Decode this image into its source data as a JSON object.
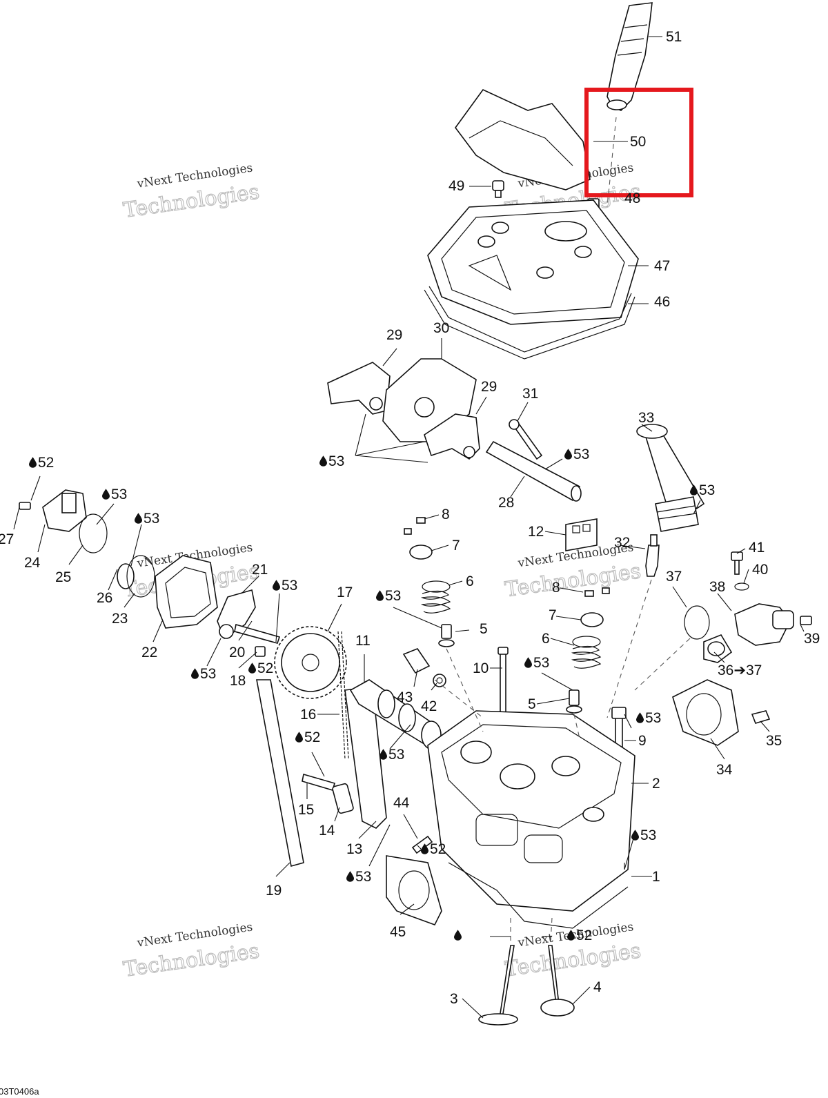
{
  "diagram": {
    "figure_code": "03T0406a",
    "watermark": {
      "line1": "vNext Technologies",
      "line2": "Technologies"
    },
    "highlight_color": "#e5181d",
    "callouts": {
      "c51": "51",
      "c50": "50",
      "c49": "49",
      "c48": "48",
      "c47": "47",
      "c46": "46",
      "c30": "30",
      "c29a": "29",
      "c29b": "29",
      "c31": "31",
      "c28": "28",
      "c33": "33",
      "c52a": "52",
      "c53a": "53",
      "c53b": "53",
      "c53c": "53",
      "c53d": "53",
      "c27": "27",
      "c24": "24",
      "c25": "25",
      "c26": "26",
      "c23": "23",
      "c22": "22",
      "c21": "21",
      "c20": "20",
      "c18": "18",
      "c53e": "53",
      "c52b": "52",
      "c53f": "53",
      "c17": "17",
      "c16": "16",
      "c19": "19",
      "c8a": "8",
      "c7a": "7",
      "c6a": "6",
      "c53g": "53",
      "c5a": "5",
      "c11": "11",
      "c43": "43",
      "c42": "42",
      "c10": "10",
      "c12": "12",
      "c32": "32",
      "c8b": "8",
      "c7b": "7",
      "c6b": "6",
      "c53h": "53",
      "c5b": "5",
      "c41": "41",
      "c40": "40",
      "c37": "37",
      "c38": "38",
      "c39": "39",
      "c36": "36➔37",
      "c35": "35",
      "c34": "34",
      "c53i": "53",
      "c9": "9",
      "c2": "2",
      "c52c": "52",
      "c15": "15",
      "c14": "14",
      "c53j": "53",
      "c13": "13",
      "c44": "44",
      "c52d": "52",
      "c53k": "53",
      "c53l": "53",
      "c1": "1",
      "c45": "45",
      "c53m": "53",
      "c52e": "52",
      "c3": "3",
      "c4": "4"
    }
  }
}
